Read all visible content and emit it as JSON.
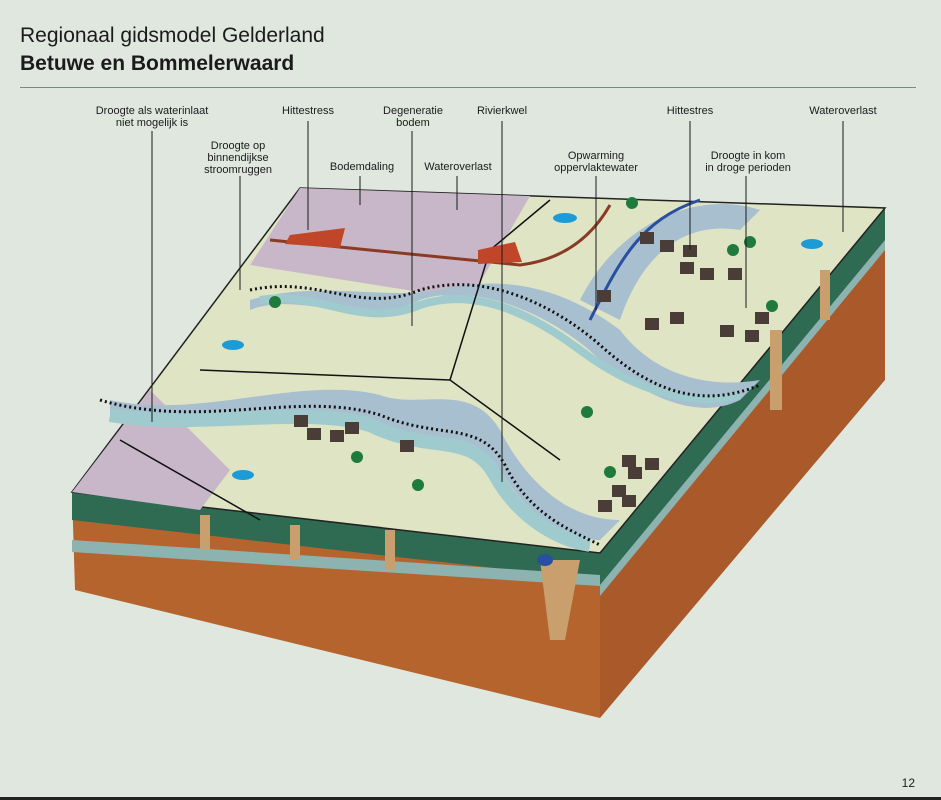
{
  "header": {
    "title": "Regionaal gidsmodel Gelderland",
    "subtitle": "Betuwe en Bommelerwaard"
  },
  "labels": [
    {
      "id": "droogte-waterinlaat",
      "text": "Droogte als waterinlaat\nniet mogelijk is"
    },
    {
      "id": "droogte-stroomruggen",
      "text": "Droogte op\nbinnendijkse\nstroomruggen"
    },
    {
      "id": "hittestress",
      "text": "Hittestress"
    },
    {
      "id": "bodemdaling",
      "text": "Bodemdaling"
    },
    {
      "id": "degeneratie-bodem",
      "text": "Degeneratie\nbodem"
    },
    {
      "id": "wateroverlast-1",
      "text": "Wateroverlast"
    },
    {
      "id": "rivierkwel",
      "text": "Rivierkwel"
    },
    {
      "id": "opwarming",
      "text": "Opwarming\noppervlaktewater"
    },
    {
      "id": "hittestres",
      "text": "Hittestres"
    },
    {
      "id": "droogte-kom",
      "text": "Droogte in kom\nin droge perioden"
    },
    {
      "id": "wateroverlast-2",
      "text": "Wateroverlast"
    }
  ],
  "page_number": "12",
  "colors": {
    "background": "#dfe7df",
    "land": "#dfe4c4",
    "river": "#9fcbcf",
    "floodplain": "#a7bfcf",
    "urban": "#c7b7c8",
    "soil": "#b5642e",
    "peat": "#2f6a52"
  }
}
